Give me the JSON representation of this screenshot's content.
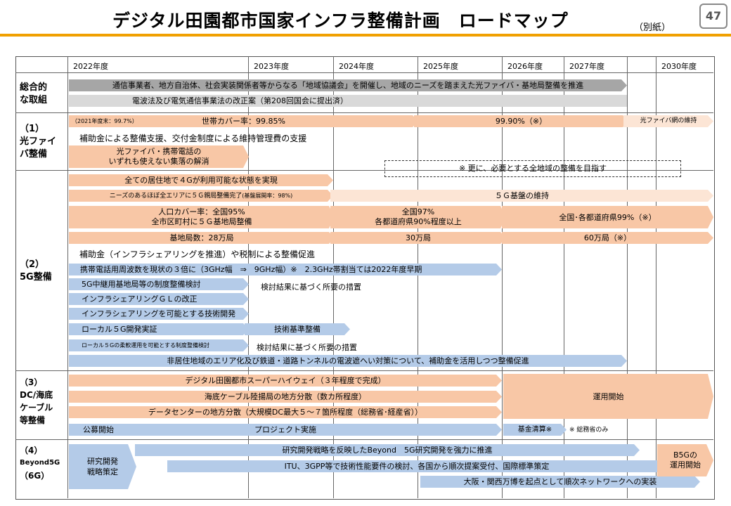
{
  "header": {
    "title": "デジタル田園都市国家インフラ整備計画　ロードマップ",
    "subtitle": "（別紙）",
    "page_number": "47"
  },
  "years": [
    "2022年度",
    "2023年度",
    "2024年度",
    "2025年度",
    "2026年度",
    "2027年度",
    "2030年度"
  ],
  "sections": {
    "s1": [
      "総合的",
      "な取組"
    ],
    "s2": [
      "（1）",
      "光ファイ",
      "バ整備"
    ],
    "s3": [
      "（2）",
      "5G整備"
    ],
    "s4": [
      "（3）",
      "DC/海底",
      "ケーブル",
      "等整備"
    ],
    "s5": [
      "（4）",
      "Beyond5G",
      "（6G）"
    ]
  },
  "general": {
    "bar1": "通信事業者、地方自治体、社会実装関係者等からなる「地域協議会」を開催し、地域のニーズを踏まえた光ファイバ・基地局整備を推進",
    "bar2": "電波法及び電気通信事業法の改正案（第208回国会に提出済）"
  },
  "fiber": {
    "note2021": "（2021年度末：99.7%）",
    "cover": "世帯カバー率：99.85%",
    "cover2": "99.90%（※）",
    "maintain": "光ファイバ網の維持",
    "subsidy": "補助金による整備支援、交付金制度による維持管理費の支援",
    "gap_line1": "光ファイバ・携帯電話の",
    "gap_line2": "いずれも使えない集落の解消",
    "note": "※ 更に、必要とする全地域の整備を目指す"
  },
  "fiveg": {
    "r1": "全ての居住地で４Gが利用可能な状態を実現",
    "r2a": "ニーズのあるほぼ全エリアに５Ｇ親局整備完了",
    "r2b": "(基盤展開率：98%)",
    "r2c": "５Ｇ基盤の維持",
    "r3a1": "人口カバー率：全国95%",
    "r3a2": "全市区町村に５Ｇ基地局整備",
    "r3b1": "全国97%",
    "r3b2": "各都道府県90%程度以上",
    "r3c": "全国･各都道府県99%（※）",
    "r4a": "基地局数：28万局",
    "r4b": "30万局",
    "r4c": "60万局（※）",
    "subsidy": "補助金（インフラシェアリングを推進）や税制による整備促進",
    "freq": "携帯電話用周波数を現状の３倍に（3GHz幅　⇒　9GHz幅）※　2.3GHz帯割当ては2022年度早期",
    "relay": "5G中継用基地局等の制度整備検討",
    "relay_note": "検討結果に基づく所要の措置",
    "sharing_gl": "インフラシェアリングＧＬの改正",
    "sharing_tech": "インフラシェアリングを可能とする技術開発",
    "local": "ローカル５G開発実証",
    "local_std": "技術基準整備",
    "local_flex": "ローカル５Gの柔軟運用を可能とする制度整備検討",
    "local_flex_note": "検討結果に基づく所要の措置",
    "nonres": "非居住地域のエリア化及び鉄道・道路トンネルの電波遮へい対策について、補助金を活用しつつ整備促進"
  },
  "dc": {
    "super": "デジタル田園都市スーパーハイウェイ（３年程度で完成）",
    "cable": "海底ケーブル陸揚局の地方分散（数カ所程度）",
    "dcenter": "データセンターの地方分散（大規模DC最大５～７箇所程度（総務省･経産省））",
    "ops": "運用開始",
    "public": "公募開始",
    "project": "プロジェクト実施",
    "fund": "基金清算※",
    "fund_note": "※ 総務省のみ"
  },
  "b5g": {
    "strategy1": "研究開発",
    "strategy2": "戦略策定",
    "rd": "研究開発戦略を反映したBeyond　5G研究開発を強力に推進",
    "itu": "ITU、3GPP等で技術性能要件の検討、各国から順次提案受付、国際標準策定",
    "expo": "大阪・関西万博を起点として順次ネットワークへの実装",
    "ops1": "B5Gの",
    "ops2": "運用開始"
  },
  "colors": {
    "orange": "#f8c7a6",
    "light_orange": "#fce5d5",
    "blue": "#b4cbe8",
    "gray": "#a6a6a6",
    "accent": "#f0a000"
  }
}
